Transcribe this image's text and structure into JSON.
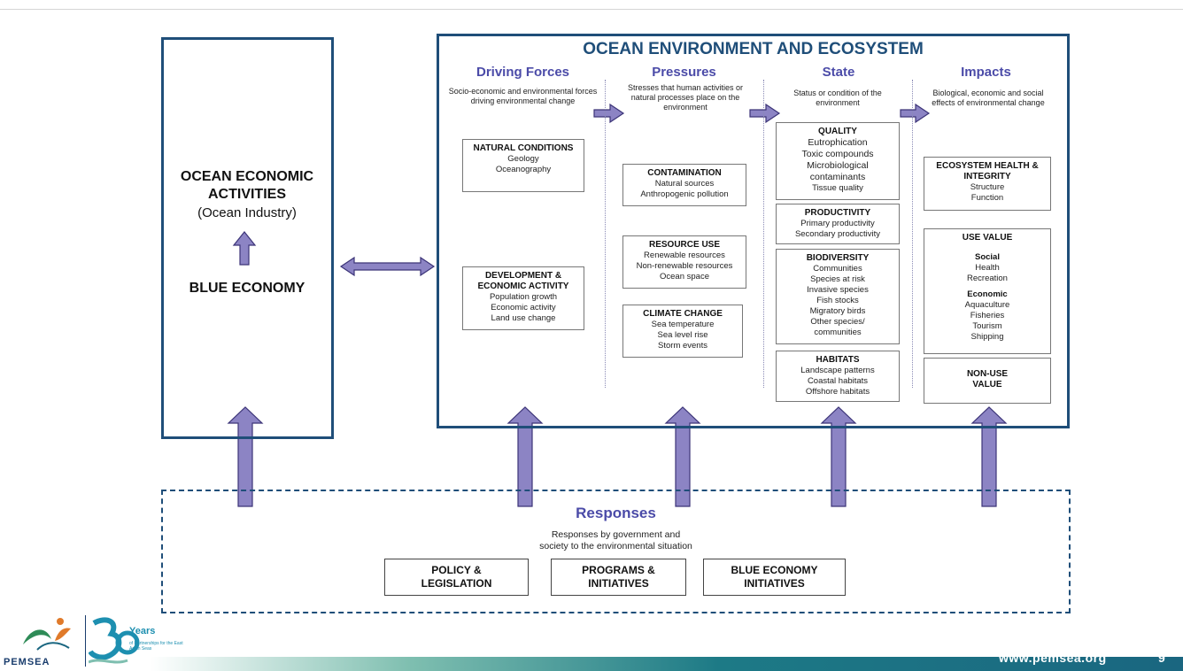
{
  "left_panel": {
    "title": "OCEAN ECONOMIC ACTIVITIES",
    "subtitle": "(Ocean Industry)",
    "bottom": "BLUE ECONOMY"
  },
  "main": {
    "title": "OCEAN ENVIRONMENT AND ECOSYSTEM",
    "columns": [
      {
        "heading": "Driving Forces",
        "desc": "Socio-economic and environmental forces driving environmental change",
        "boxes": [
          {
            "title": "NATURAL CONDITIONS",
            "items": [
              "Geology",
              "Oceanography"
            ]
          },
          {
            "title": "DEVELOPMENT & ECONOMIC ACTIVITY",
            "items": [
              "Population growth",
              "Economic activity",
              "Land use change"
            ]
          }
        ]
      },
      {
        "heading": "Pressures",
        "desc": "Stresses that human activities or natural processes place on the environment",
        "boxes": [
          {
            "title": "CONTAMINATION",
            "items": [
              "Natural sources",
              "Anthropogenic pollution"
            ]
          },
          {
            "title": "RESOURCE USE",
            "items": [
              "Renewable resources",
              "Non-renewable resources",
              "Ocean space"
            ]
          },
          {
            "title": "CLIMATE CHANGE",
            "items": [
              "Sea temperature",
              "Sea level rise",
              "Storm events"
            ]
          }
        ]
      },
      {
        "heading": "State",
        "desc": "Status or condition of the environment",
        "boxes": [
          {
            "title": "QUALITY",
            "items": [
              "Eutrophication",
              "Toxic compounds",
              "Microbiological",
              "contaminants",
              "Tissue quality"
            ]
          },
          {
            "title": "PRODUCTIVITY",
            "items": [
              "Primary productivity",
              "Secondary productivity"
            ]
          },
          {
            "title": "BIODIVERSITY",
            "items": [
              "Communities",
              "Species at risk",
              "Invasive species",
              "Fish stocks",
              "Migratory birds",
              "Other species/",
              "communities"
            ]
          },
          {
            "title": "HABITATS",
            "items": [
              "Landscape patterns",
              "Coastal habitats",
              "Offshore habitats"
            ]
          }
        ]
      },
      {
        "heading": "Impacts",
        "desc": "Biological, economic and social effects of environmental change",
        "boxes": [
          {
            "title": "ECOSYSTEM HEALTH & INTEGRITY",
            "items": [
              "Structure",
              "Function"
            ]
          },
          {
            "title": "USE VALUE",
            "items": [],
            "groups": [
              {
                "title": "Social",
                "items": [
                  "Health",
                  "Recreation"
                ]
              },
              {
                "title": "Economic",
                "items": [
                  "Aquaculture",
                  "Fisheries",
                  "Tourism",
                  "Shipping"
                ]
              }
            ]
          },
          {
            "title": "NON-USE VALUE",
            "items": []
          }
        ]
      }
    ]
  },
  "responses": {
    "title": "Responses",
    "desc_line1": "Responses by government and",
    "desc_line2": "society to the environmental situation",
    "boxes": [
      {
        "line1": "POLICY &",
        "line2": "LEGISLATION"
      },
      {
        "line1": "PROGRAMS &",
        "line2": "INITIATIVES"
      },
      {
        "line1": "BLUE ECONOMY",
        "line2": "INITIATIVES"
      }
    ]
  },
  "footer": {
    "logo_text": "PEMSEA",
    "logo_30_years": "Years",
    "logo_30_sub": "of Partnerships for the East Asian Seas",
    "url": "www.pemsea.org",
    "page_number": "9"
  },
  "colors": {
    "frame": "#1f4e79",
    "heading": "#4b4ba8",
    "arrow": "#8c84c4",
    "arrow_stroke": "#3c3478"
  }
}
